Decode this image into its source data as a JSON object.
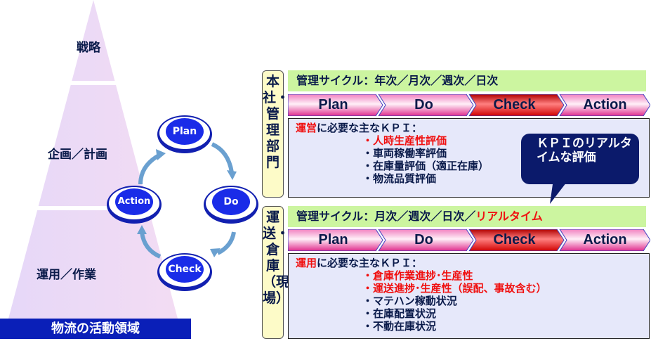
{
  "pyramid": {
    "levels": [
      "戦略",
      "企画／計画",
      "運用／作業"
    ],
    "base_label": "物流の活動領域"
  },
  "pdca_cycle": [
    "Plan",
    "Do",
    "Check",
    "Action"
  ],
  "sections": [
    {
      "label": "本社・管理部門",
      "cycle_prefix": "管理サイクル：年次／月次／週次／日次",
      "cycle_highlight": "",
      "steps": [
        "Plan",
        "Do",
        "Check",
        "Action"
      ],
      "kpi_title_highlight": "運営",
      "kpi_title": "に必要な主なＫＰＩ：",
      "items": [
        {
          "text": "・人時生産性評価",
          "highlight": true
        },
        {
          "text": "・車両稼働率評価",
          "highlight": false
        },
        {
          "text": "・在庫量評価（適正在庫）",
          "highlight": false
        },
        {
          "text": "・物流品質評価",
          "highlight": false
        }
      ]
    },
    {
      "label": "運送・倉庫（現場）",
      "cycle_prefix": "管理サイクル：月次／週次／日次／",
      "cycle_highlight": "リアルタイム",
      "steps": [
        "Plan",
        "Do",
        "Check",
        "Action"
      ],
      "kpi_title_highlight": "運用",
      "kpi_title": "に必要な主なＫＰＩ：",
      "items": [
        {
          "text": "・倉庫作業進捗･生産性",
          "highlight": true
        },
        {
          "text": "・運送進捗･生産性（誤配、事故含む）",
          "highlight": true
        },
        {
          "text": "・マテハン稼動状況",
          "highlight": false
        },
        {
          "text": "・在庫配置状況",
          "highlight": false
        },
        {
          "text": "・不動在庫状況",
          "highlight": false
        }
      ]
    }
  ],
  "callout": "ＫＰＩのリアルタイムな評価",
  "colors": {
    "accent_red": "#f01010",
    "navy": "#0b1a6b",
    "blue": "#1a2ce8"
  }
}
